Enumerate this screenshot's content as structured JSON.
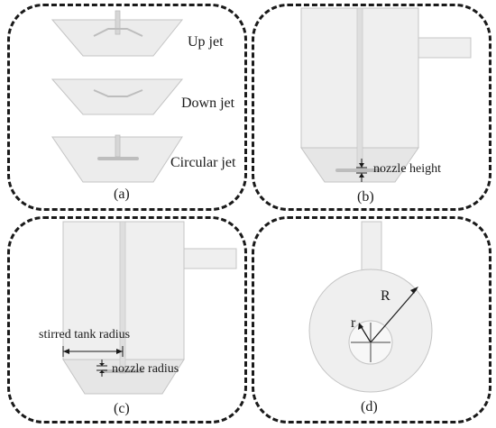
{
  "panel_a": {
    "caption": "(a)",
    "labels": {
      "up": "Up jet",
      "down": "Down jet",
      "circular": "Circular jet"
    }
  },
  "panel_b": {
    "caption": "(b)",
    "nozzle_height_label": "nozzle height"
  },
  "panel_c": {
    "caption": "(c)",
    "stirred_tank_radius_label": "stirred tank radius",
    "nozzle_radius_label": "nozzle radius"
  },
  "panel_d": {
    "caption": "(d)",
    "R_label": "R",
    "r_label": "r"
  },
  "colors": {
    "border": "#1a1a1a",
    "body_fill": "#efefef",
    "body_shade": "#d9d9d9",
    "edge": "#bdbdbd"
  }
}
